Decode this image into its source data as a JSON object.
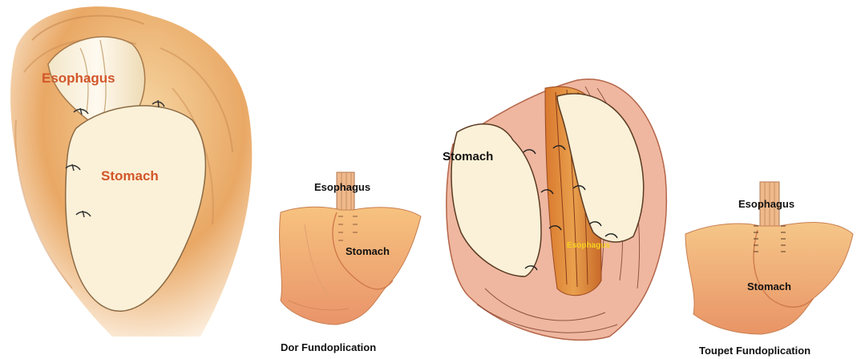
{
  "panels": [
    {
      "id": "panel-1",
      "labels": {
        "esophagus": "Esophagus",
        "stomach": "Stomach"
      },
      "colors": {
        "label": "#d2572b",
        "wall": "#e9a865",
        "stomach": "#fbf1d8"
      }
    },
    {
      "id": "panel-2",
      "labels": {
        "esophagus": "Esophagus",
        "stomach": "Stomach"
      },
      "caption": "Dor Fundoplication"
    },
    {
      "id": "panel-3",
      "labels": {
        "stomach": "Stomach",
        "esophagus": "Esophagus"
      },
      "colors": {
        "esophagus_label": "#f5d21e",
        "esophagus": "#e0883c"
      }
    },
    {
      "id": "panel-4",
      "labels": {
        "esophagus": "Esophagus",
        "stomach": "Stomach"
      },
      "caption": "Toupet Fundoplication"
    }
  ]
}
